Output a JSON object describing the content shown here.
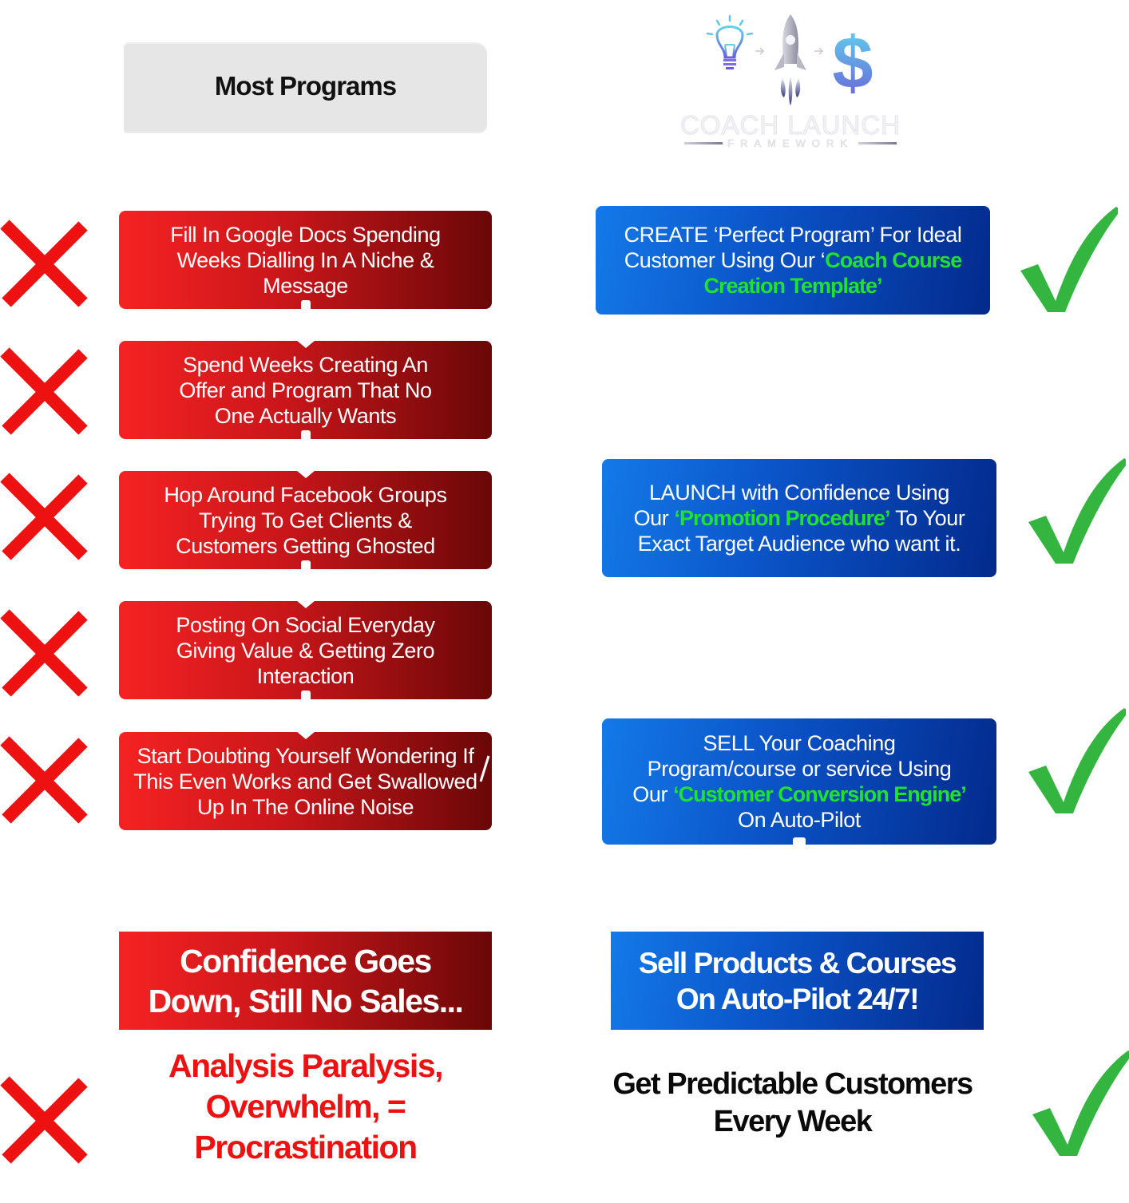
{
  "header": {
    "left_title": "Most Programs",
    "logo": {
      "title": "COACH LAUNCH",
      "subtitle": "FRAMEWORK",
      "icons": [
        "lightbulb-icon",
        "arrow-right-icon",
        "rocket-icon",
        "arrow-right-icon",
        "dollar-icon"
      ]
    }
  },
  "colors": {
    "red_start": "#f62222",
    "red_end": "#6a0707",
    "blue_start": "#1479e8",
    "blue_end": "#032a8c",
    "highlight_green": "#20e034",
    "check_green": "#33b540",
    "x_red": "#ee1111"
  },
  "most_programs": {
    "items": [
      {
        "text": "Fill In Google Docs Spending Weeks Dialling In A Niche & Message",
        "icon": "x-mark-icon"
      },
      {
        "text": "Spend Weeks Creating An Offer and Program That No One Actually Wants",
        "icon": "x-mark-icon"
      },
      {
        "text": "Hop Around Facebook Groups Trying To Get Clients & Customers Getting Ghosted",
        "icon": "x-mark-icon"
      },
      {
        "text": "Posting On Social Everyday Giving Value & Getting Zero Interaction",
        "icon": "x-mark-icon"
      },
      {
        "text": "Start Doubting Yourself Wondering If This Even Works and Get Swallowed Up In The Online Noise",
        "icon": "x-mark-icon"
      }
    ],
    "summary": "Confidence Goes Down, Still No Sales...",
    "result": "Analysis Paralysis, Overwhelm, = Procrastination"
  },
  "framework": {
    "steps": [
      {
        "before": "CREATE ‘Perfect Program’ For Ideal Customer Using Our ‘",
        "highlight": "Coach Course Creation Template’",
        "after": "",
        "icon": "check-mark-icon"
      },
      {
        "before": "LAUNCH with Confidence Using Our ",
        "highlight": "‘Promotion Procedure’",
        "after": " To Your Exact Target Audience who want it.",
        "icon": "check-mark-icon"
      },
      {
        "before": "SELL Your Coaching Program/course or service Using Our ",
        "highlight": "‘Customer Conversion Engine’",
        "after": " On Auto-Pilot",
        "icon": "check-mark-icon"
      }
    ],
    "summary": "Sell Products & Courses On Auto-Pilot 24/7!",
    "result": "Get Predictable Customers Every Week"
  }
}
